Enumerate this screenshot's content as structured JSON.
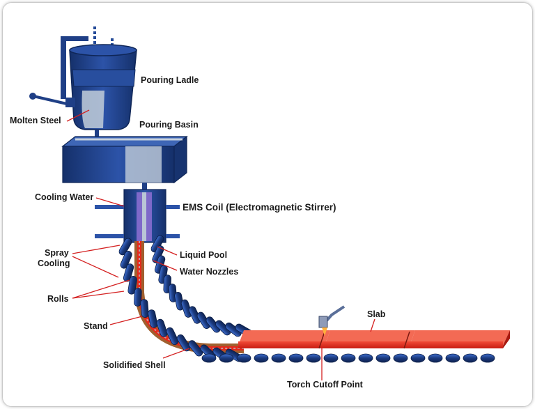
{
  "labels": {
    "pouring_ladle": "Pouring Ladle",
    "molten_steel": "Molten Steel",
    "pouring_basin": "Pouring Basin",
    "cooling_water": "Cooling Water",
    "ems_coil": "EMS Coil (Electromagnetic Stirrer)",
    "spray_cooling_1": "Spray",
    "spray_cooling_2": "Cooling",
    "liquid_pool": "Liquid Pool",
    "water_nozzles": "Water Nozzles",
    "rolls": "Rolls",
    "stand": "Stand",
    "slab": "Slab",
    "solidified_shell": "Solidified Shell",
    "torch_cutoff_point": "Torch Cutoff Point"
  },
  "colors": {
    "equipment_blue": "#1f3f86",
    "equipment_dark": "#132a5c",
    "steel_water": "#c9d3de",
    "slab_red": "#e5291b",
    "strand_brown": "#a0602f",
    "leader_red": "#d42020"
  }
}
